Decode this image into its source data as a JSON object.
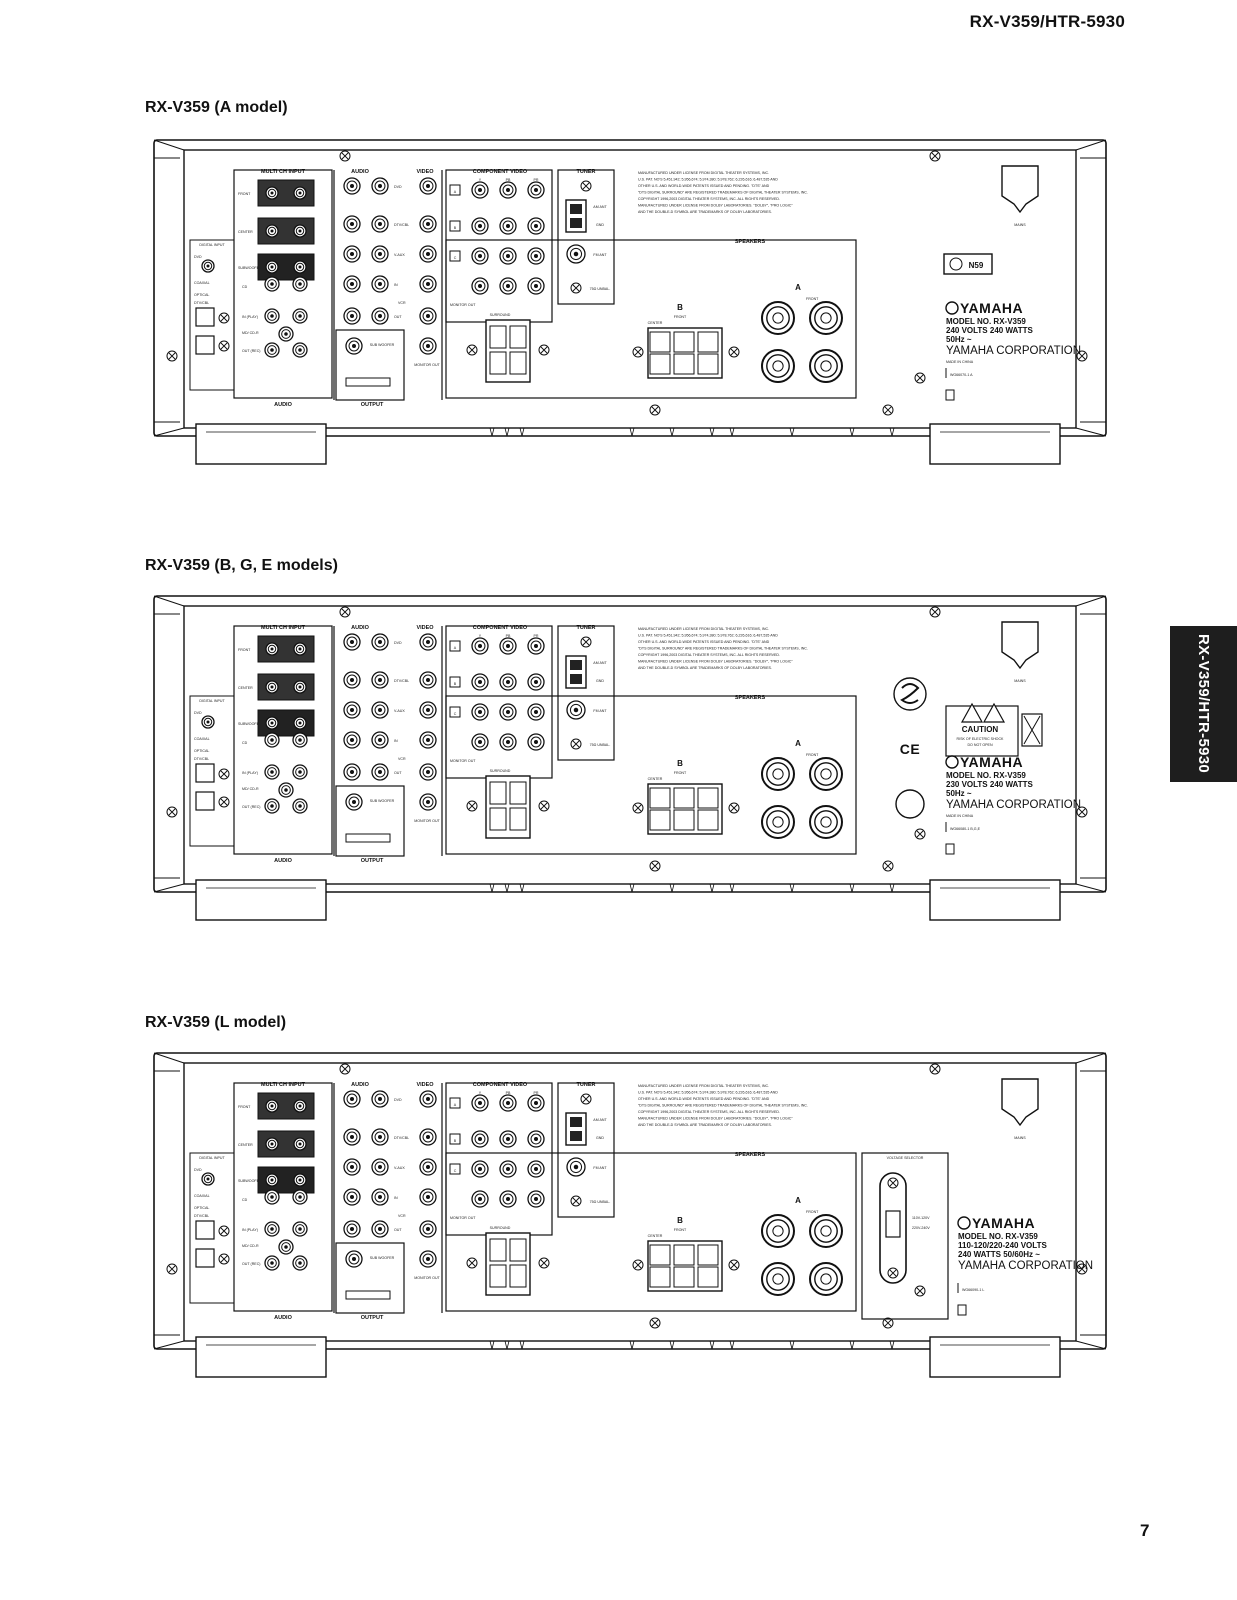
{
  "header": {
    "doc_title": "RX-V359/HTR-5930"
  },
  "side_tab": {
    "text": "RX-V359/HTR-5930"
  },
  "page_number": "7",
  "panels": [
    {
      "caption": "RX-V359 (A model)",
      "labels": {
        "multi_ch_input": "MULTI CH INPUT",
        "audio_top": "AUDIO",
        "video_top": "VIDEO",
        "component_video": "COMPONENT VIDEO",
        "comp_y": "Y",
        "comp_pb": "PB",
        "comp_pr": "PR",
        "tuner": "TUNER",
        "am_ant": "AM ANT",
        "gnd": "GND",
        "fm_ant": "FM ANT",
        "unbal": "75Ω UNBAL.",
        "speakers": "SPEAKERS",
        "mains": "MAINS",
        "front": "FRONT",
        "center": "CENTER",
        "subwoofer": "SUBWOOFER",
        "surround": "SURROUND",
        "digital_input": "DIGITAL INPUT",
        "dvd": "DVD",
        "coaxial": "COAXIAL",
        "optical": "OPTICAL",
        "dtv_cbl": "DTV/CBL",
        "v_aux": "V-AUX",
        "cd": "CD",
        "in_play": "IN (PLAY)",
        "md_cd_r": "MD/ CD-R",
        "out_rec": "OUT (REC)",
        "vcr_in": "IN",
        "vcr": "VCR",
        "vcr_out": "OUT",
        "monitor_out": "MONITOR OUT",
        "audio_bottom": "AUDIO",
        "output": "OUTPUT",
        "sub_woofer": "SUB WOOFER",
        "front_a": "A",
        "front_b": "B",
        "comp_a": "A",
        "comp_b": "B",
        "comp_c": "C"
      },
      "license_text": [
        "MANUFACTURED UNDER LICENSE FROM DIGITAL THEATER SYSTEMS, INC.",
        "U.S. PAT. NO'S 5,451,942; 5,956,674; 5,974,380; 5,978,762; 6,226,616; 6,487,535 AND",
        "OTHER U.S. AND WORLD-WIDE PATENTS ISSUED AND PENDING. \"DTS\" AND",
        "\"DTS DIGITAL SURROUND\" ARE REGISTERED TRADEMARKS OF DIGITAL THEATER SYSTEMS, INC.",
        "COPYRIGHT 1996,2003 DIGITAL THEATER SYSTEMS, INC. ALL RIGHTS RESERVED.",
        "MANUFACTURED UNDER LICENSE FROM DOLBY LABORATORIES. \"DOLBY\", \"PRO LOGIC\"",
        "AND THE DOUBLE-D SYMBOL ARE TRADEMARKS OF DOLBY LABORATORIES."
      ],
      "cert_mark": "N59",
      "brand": "YAMAHA",
      "model_no": "MODEL NO.  RX-V359",
      "rating": [
        "240 VOLTS    240 WATTS",
        "50Hz  ~"
      ],
      "corporation": "YAMAHA CORPORATION",
      "made_in": "MADE IN CHINA",
      "serial_code": "WG66070-1 A"
    },
    {
      "caption": "RX-V359 (B, G, E models)",
      "labels": {
        "multi_ch_input": "MULTI CH INPUT",
        "audio_top": "AUDIO",
        "video_top": "VIDEO",
        "component_video": "COMPONENT VIDEO",
        "comp_y": "Y",
        "comp_pb": "PB",
        "comp_pr": "PR",
        "tuner": "TUNER",
        "am_ant": "AM ANT",
        "gnd": "GND",
        "fm_ant": "FM ANT",
        "unbal": "75Ω UNBAL.",
        "speakers": "SPEAKERS",
        "mains": "MAINS",
        "front": "FRONT",
        "center": "CENTER",
        "subwoofer": "SUBWOOFER",
        "surround": "SURROUND",
        "digital_input": "DIGITAL INPUT",
        "dvd": "DVD",
        "coaxial": "COAXIAL",
        "optical": "OPTICAL",
        "dtv_cbl": "DTV/CBL",
        "v_aux": "V-AUX",
        "cd": "CD",
        "in_play": "IN (PLAY)",
        "md_cd_r": "MD/ CD-R",
        "out_rec": "OUT (REC)",
        "vcr_in": "IN",
        "vcr": "VCR",
        "vcr_out": "OUT",
        "monitor_out": "MONITOR OUT",
        "audio_bottom": "AUDIO",
        "output": "OUTPUT",
        "sub_woofer": "SUB WOOFER",
        "front_a": "A",
        "front_b": "B",
        "comp_a": "A",
        "comp_b": "B",
        "comp_c": "C"
      },
      "license_text": [
        "MANUFACTURED UNDER LICENSE FROM DIGITAL THEATER SYSTEMS, INC.",
        "U.S. PAT. NO'S 5,451,942; 5,956,674; 5,974,380; 5,978,762; 6,226,616; 6,487,535 AND",
        "OTHER U.S. AND WORLD-WIDE PATENTS ISSUED AND PENDING. \"DTS\" AND",
        "\"DTS DIGITAL SURROUND\" ARE REGISTERED TRADEMARKS OF DIGITAL THEATER SYSTEMS, INC.",
        "COPYRIGHT 1996,2003 DIGITAL THEATER SYSTEMS, INC. ALL RIGHTS RESERVED.",
        "MANUFACTURED UNDER LICENSE FROM DOLBY LABORATORIES. \"DOLBY\", \"PRO LOGIC\"",
        "AND THE DOUBLE-D SYMBOL ARE TRADEMARKS OF DOLBY LABORATORIES."
      ],
      "ce_mark": "CE",
      "caution_title": "CAUTION",
      "caution_text": [
        "RISK OF ELECTRIC SHOCK",
        "DO NOT OPEN"
      ],
      "brand": "YAMAHA",
      "model_no": "MODEL NO.  RX-V359",
      "rating": [
        "230 VOLTS    240 WATTS",
        "50Hz  ~"
      ],
      "corporation": "YAMAHA CORPORATION",
      "made_in": "MADE IN CHINA",
      "serial_code": "WG66080-1 B,G,E"
    },
    {
      "caption": "RX-V359 (L model)",
      "labels": {
        "multi_ch_input": "MULTI CH INPUT",
        "audio_top": "AUDIO",
        "video_top": "VIDEO",
        "component_video": "COMPONENT VIDEO",
        "comp_y": "Y",
        "comp_pb": "PB",
        "comp_pr": "PR",
        "tuner": "TUNER",
        "am_ant": "AM ANT",
        "gnd": "GND",
        "fm_ant": "FM ANT",
        "unbal": "75Ω UNBAL.",
        "speakers": "SPEAKERS",
        "mains": "MAINS",
        "front": "FRONT",
        "center": "CENTER",
        "subwoofer": "SUBWOOFER",
        "surround": "SURROUND",
        "digital_input": "DIGITAL INPUT",
        "dvd": "DVD",
        "coaxial": "COAXIAL",
        "optical": "OPTICAL",
        "dtv_cbl": "DTV/CBL",
        "v_aux": "V-AUX",
        "cd": "CD",
        "in_play": "IN (PLAY)",
        "md_cd_r": "MD/ CD-R",
        "out_rec": "OUT (REC)",
        "vcr_in": "IN",
        "vcr": "VCR",
        "vcr_out": "OUT",
        "monitor_out": "MONITOR OUT",
        "audio_bottom": "AUDIO",
        "output": "OUTPUT",
        "sub_woofer": "SUB WOOFER",
        "front_a": "A",
        "front_b": "B",
        "comp_a": "A",
        "comp_b": "B",
        "comp_c": "C"
      },
      "license_text": [
        "MANUFACTURED UNDER LICENSE FROM DIGITAL THEATER SYSTEMS, INC.",
        "U.S. PAT. NO'S 5,451,942; 5,956,674; 5,974,380; 5,978,762; 6,226,616; 6,487,535 AND",
        "OTHER U.S. AND WORLD-WIDE PATENTS ISSUED AND PENDING. \"DTS\" AND",
        "\"DTS DIGITAL SURROUND\" ARE REGISTERED TRADEMARKS OF DIGITAL THEATER SYSTEMS, INC.",
        "COPYRIGHT 1996,2003 DIGITAL THEATER SYSTEMS, INC. ALL RIGHTS RESERVED.",
        "MANUFACTURED UNDER LICENSE FROM DOLBY LABORATORIES. \"DOLBY\", \"PRO LOGIC\"",
        "AND THE DOUBLE-D SYMBOL ARE TRADEMARKS OF DOLBY LABORATORIES."
      ],
      "voltage_selector": "VOLTAGE SELECTOR",
      "voltage_options": [
        "110V-120V",
        "220V-240V"
      ],
      "brand": "YAMAHA",
      "model_no": "MODEL NO.  RX-V359",
      "rating": [
        "110-120/220-240 VOLTS",
        "240 WATTS 50/60Hz  ~"
      ],
      "corporation": "YAMAHA CORPORATION",
      "made_in": "",
      "serial_code": "WG66090-1 L"
    }
  ]
}
